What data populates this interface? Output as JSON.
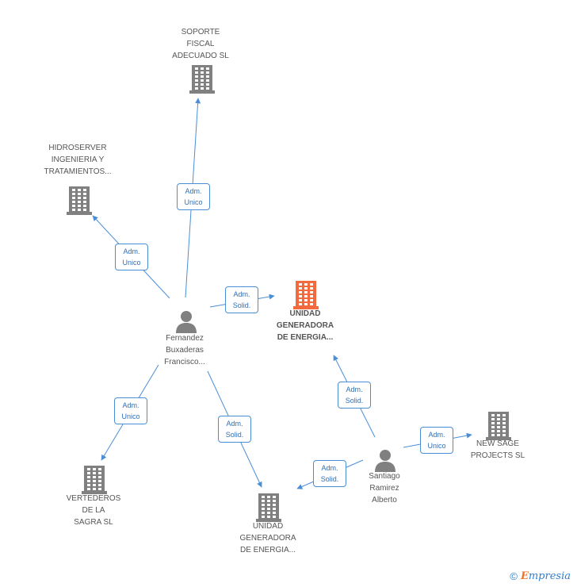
{
  "nodes": {
    "soporte": {
      "label": "SOPORTE\nFISCAL\nADECUADO SL",
      "type": "company",
      "color": "#808080"
    },
    "hidroserver": {
      "label": "HIDROSERVER\nINGENIERIA Y\nTRATAMIENTOS...",
      "type": "company",
      "color": "#808080"
    },
    "unidad_main": {
      "label": "UNIDAD\nGENERADORA\nDE ENERGIA...",
      "type": "company",
      "color": "#f26a3d"
    },
    "fernandez": {
      "label": "Fernandez\nBuxaderas\nFrancisco...",
      "type": "person",
      "color": "#808080"
    },
    "vertederos": {
      "label": "VERTEDEROS\nDE LA\nSAGRA SL",
      "type": "company",
      "color": "#808080"
    },
    "unidad_bottom": {
      "label": "UNIDAD\nGENERADORA\nDE ENERGIA...",
      "type": "company",
      "color": "#808080"
    },
    "santiago": {
      "label": "Santiago\nRamirez\nAlberto",
      "type": "person",
      "color": "#808080"
    },
    "newsage": {
      "label": "NEW SAGE\nPROJECTS SL",
      "type": "company",
      "color": "#808080"
    }
  },
  "edges": [
    {
      "id": "e1",
      "from": "fernandez",
      "to": "soporte",
      "label": "Adm.\nUnico"
    },
    {
      "id": "e2",
      "from": "fernandez",
      "to": "hidroserver",
      "label": "Adm.\nUnico"
    },
    {
      "id": "e3",
      "from": "fernandez",
      "to": "unidad_main",
      "label": "Adm.\nSolid."
    },
    {
      "id": "e4",
      "from": "fernandez",
      "to": "vertederos",
      "label": "Adm.\nUnico"
    },
    {
      "id": "e5",
      "from": "fernandez",
      "to": "unidad_bottom",
      "label": "Adm.\nSolid."
    },
    {
      "id": "e6",
      "from": "santiago",
      "to": "unidad_main",
      "label": "Adm.\nSolid."
    },
    {
      "id": "e7",
      "from": "santiago",
      "to": "unidad_bottom",
      "label": "Adm.\nSolid."
    },
    {
      "id": "e8",
      "from": "santiago",
      "to": "newsage",
      "label": "Adm.\nUnico"
    }
  ],
  "colors": {
    "edge": "#4a8fd6",
    "icon": "#808080",
    "highlight": "#f26a3d"
  },
  "footer": {
    "copyright": "©",
    "brand_first": "E",
    "brand_rest": "mpresia"
  }
}
